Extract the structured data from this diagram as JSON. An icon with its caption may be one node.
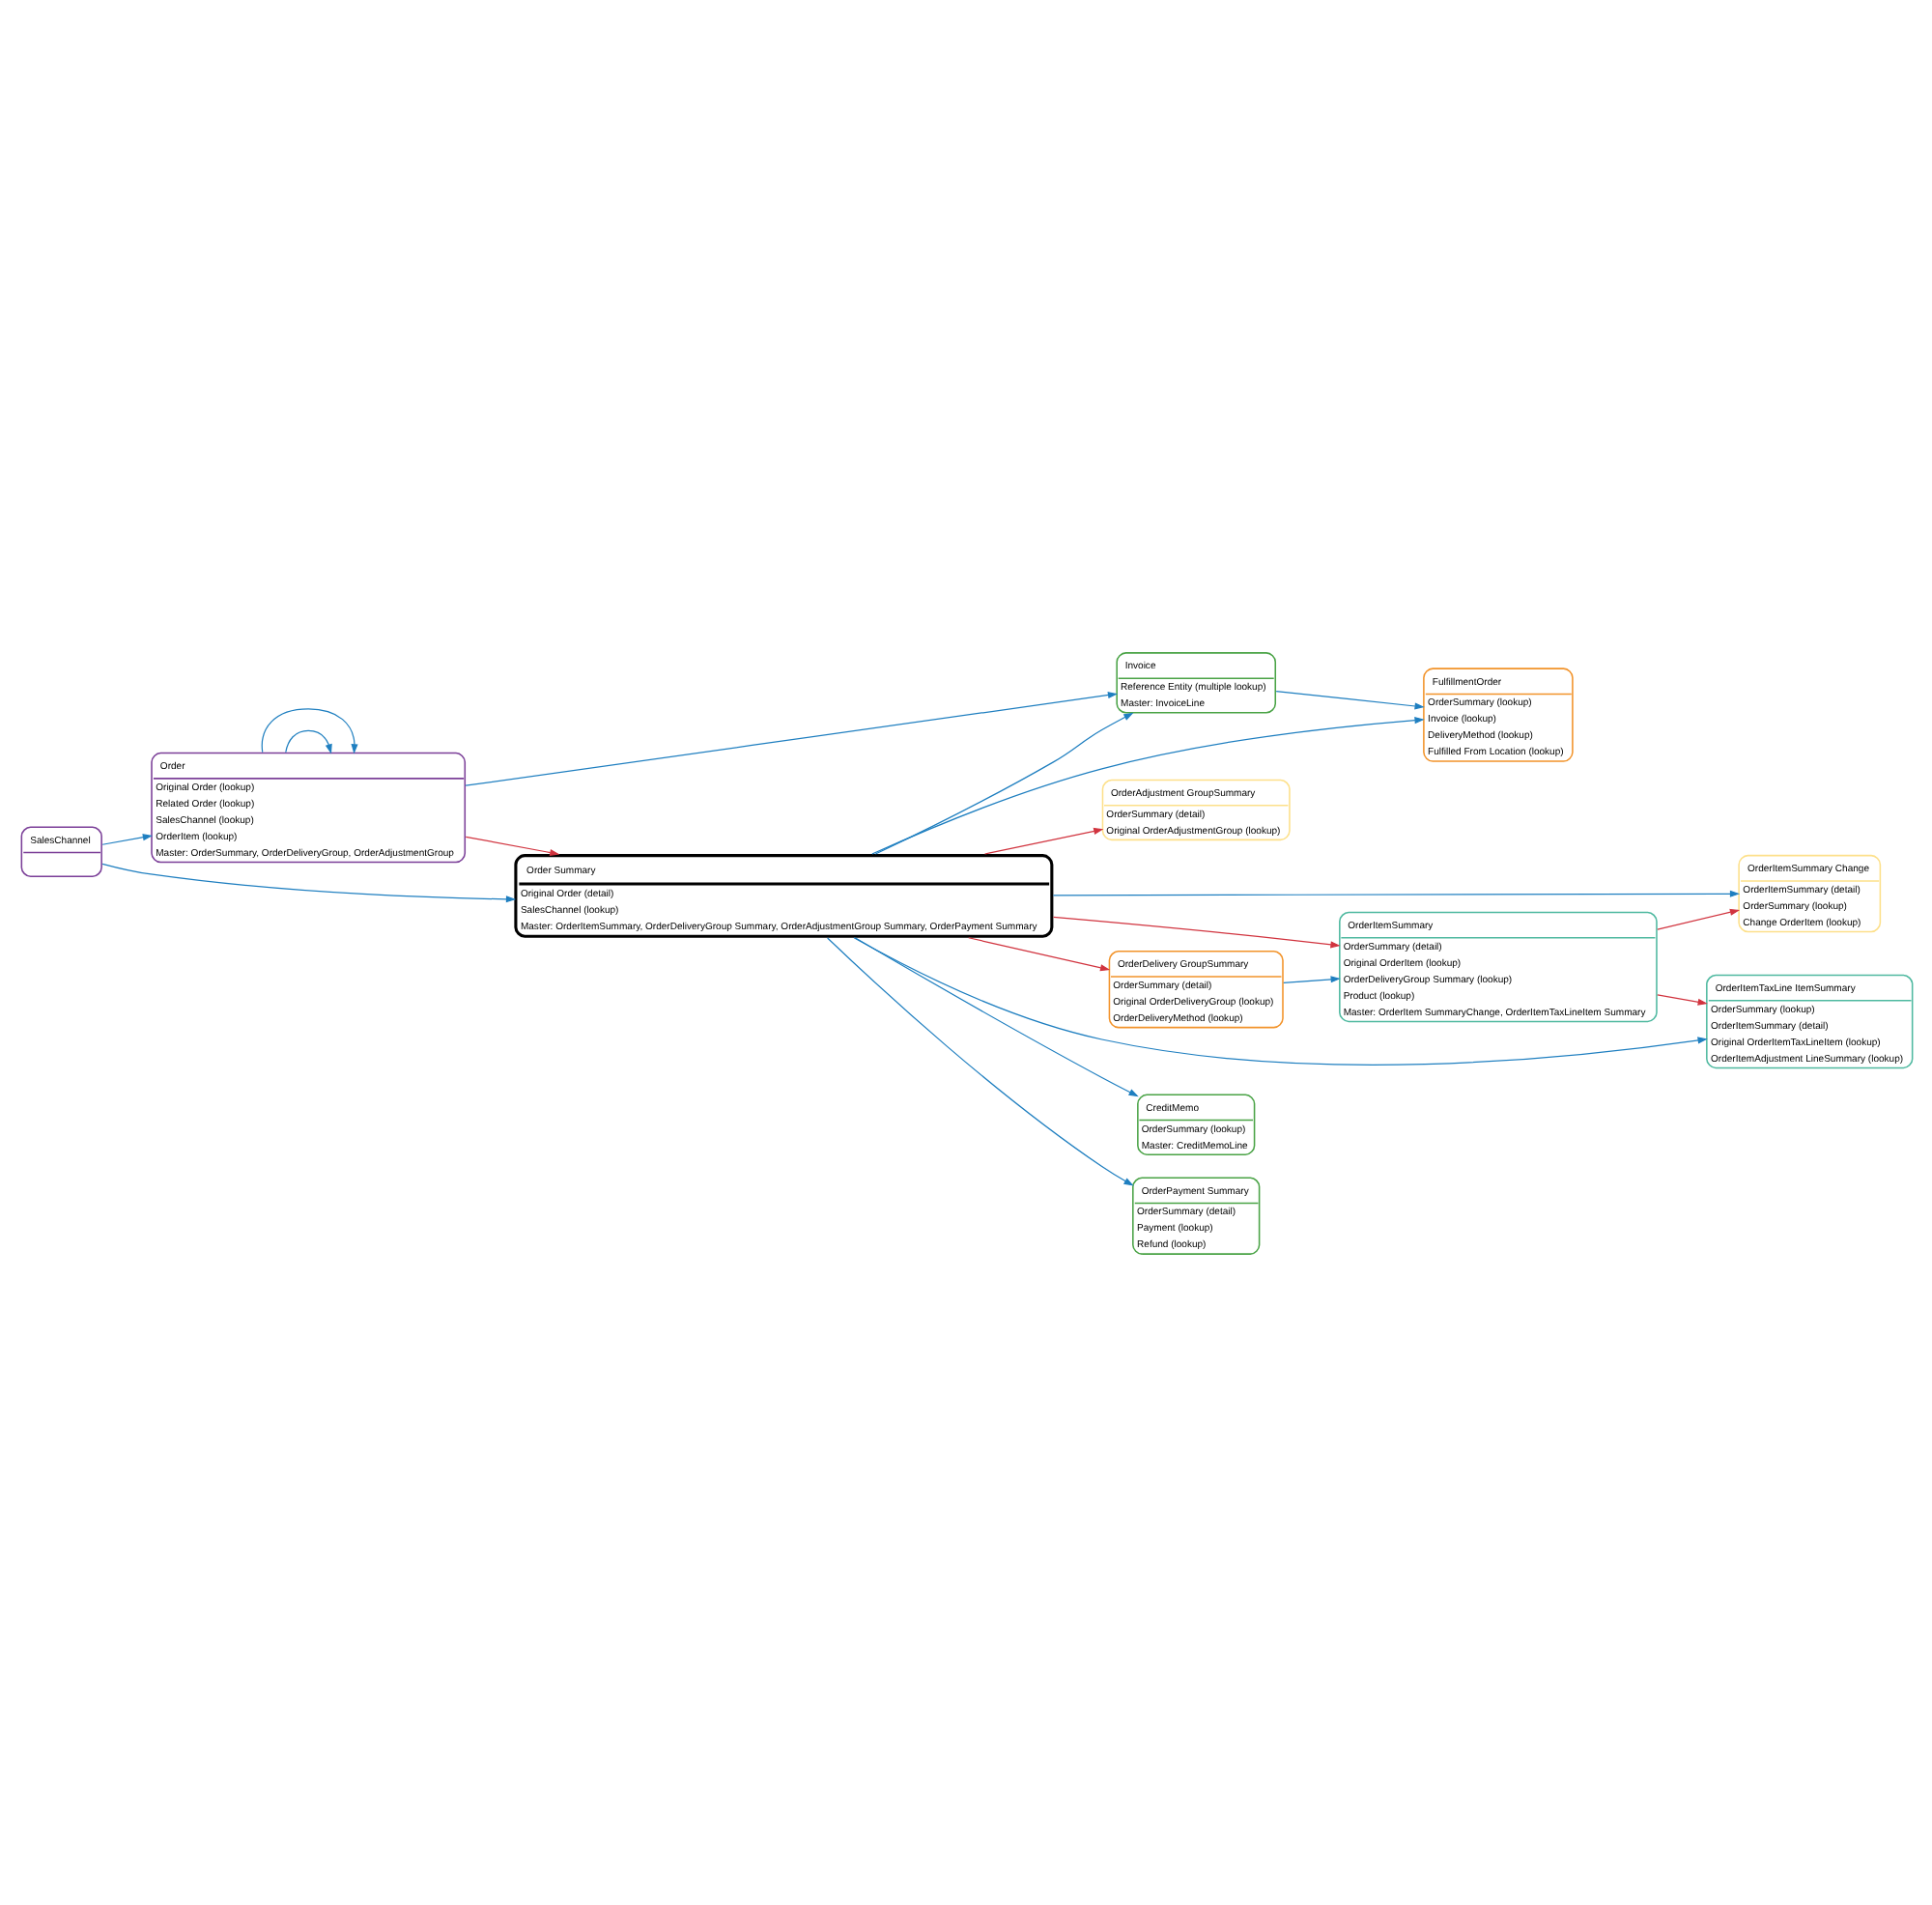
{
  "diagram": {
    "nodes": [
      {
        "text": [
          "Order",
          "Original Order (lookup)",
          "Related Order (lookup)",
          "SalesChannel (lookup)",
          "OrderItem (lookup)",
          "Master: OrderSummary, OrderDeliveryGroup, OrderAdjustmentGroup"
        ]
      },
      {
        "text": [
          "SalesChannel"
        ]
      },
      {
        "text": [
          "OrderAdjustment GroupSummary",
          "OrderSummary (detail)",
          "Original OrderAdjustmentGroup (lookup)"
        ]
      },
      {
        "text": [
          "OrderItemSummary Change",
          "OrderItemSummary (detail)",
          "OrderSummary (lookup)",
          "Change OrderItem (lookup)"
        ]
      },
      {
        "text": [
          "Invoice",
          "Reference Entity (multiple lookup)",
          "Master: InvoiceLine"
        ]
      },
      {
        "text": [
          "CreditMemo",
          "OrderSummary (lookup)",
          "Master: CreditMemoLine"
        ]
      },
      {
        "text": [
          "Order Summary",
          "Original Order (detail)",
          "SalesChannel (lookup)",
          "Master: OrderItemSummary, OrderDeliveryGroup Summary, OrderAdjustmentGroup Summary, OrderPayment Summary"
        ]
      },
      {
        "text": [
          "OrderItemSummary",
          "OrderSummary (detail)",
          "Original OrderItem (lookup)",
          "OrderDeliveryGroup Summary (lookup)",
          "Product (lookup)",
          "Master: OrderItem SummaryChange, OrderItemTaxLineItem Summary"
        ]
      },
      {
        "text": [
          "OrderPayment Summary",
          "OrderSummary (detail)",
          "Payment (lookup)",
          "Refund (lookup)"
        ]
      },
      {
        "text": [
          "FulfillmentOrder",
          "OrderSummary (lookup)",
          "Invoice (lookup)",
          "DeliveryMethod (lookup)",
          "Fulfilled From Location (lookup)"
        ]
      },
      {
        "text": [
          "OrderDelivery GroupSummary",
          "OrderSummary (detail)",
          "Original OrderDeliveryGroup (lookup)",
          "OrderDeliveryMethod (lookup)"
        ]
      },
      {
        "text": [
          "OrderItemTaxLine ItemSummary",
          "OrderSummary (lookup)",
          "OrderItemSummary (detail)",
          "Original OrderItemTaxLineItem (lookup)",
          "OrderItemAdjustment LineSummary (lookup)"
        ]
      }
    ],
    "edges": [
      {
        "from": 0,
        "to": 0,
        "arrow": "to"
      },
      {
        "from": 0,
        "to": 0,
        "arrow": "to"
      },
      {
        "from": 1,
        "to": 0,
        "arrow": "to"
      },
      {
        "from": 0,
        "to": 4,
        "arrow": "to"
      },
      {
        "from": 6,
        "to": 4,
        "arrow": "to"
      },
      {
        "from": 0,
        "to": 6,
        "arrow": "to",
        "color": "#d1343f"
      },
      {
        "from": 1,
        "to": 6,
        "arrow": "to"
      },
      {
        "from": 6,
        "to": 5,
        "arrow": "to"
      },
      {
        "from": 6,
        "to": 2,
        "arrow": "to",
        "color": "#d1343f"
      },
      {
        "from": 6,
        "to": 3,
        "arrow": "to"
      },
      {
        "from": 6,
        "to": 7,
        "arrow": "to",
        "color": "#d1343f"
      },
      {
        "from": 6,
        "to": 8,
        "arrow": "to"
      },
      {
        "from": 6,
        "to": 9,
        "arrow": "to"
      },
      {
        "from": 6,
        "to": 10,
        "arrow": "to",
        "color": "#d1343f"
      },
      {
        "from": 6,
        "to": 11,
        "arrow": "to"
      },
      {
        "from": 4,
        "to": 9,
        "arrow": "to"
      },
      {
        "from": 10,
        "to": 7,
        "arrow": "to"
      },
      {
        "from": 7,
        "to": 3,
        "arrow": "to",
        "color": "#d1343f"
      },
      {
        "from": 7,
        "to": 11,
        "arrow": "to",
        "color": "#d1343f"
      }
    ]
  }
}
